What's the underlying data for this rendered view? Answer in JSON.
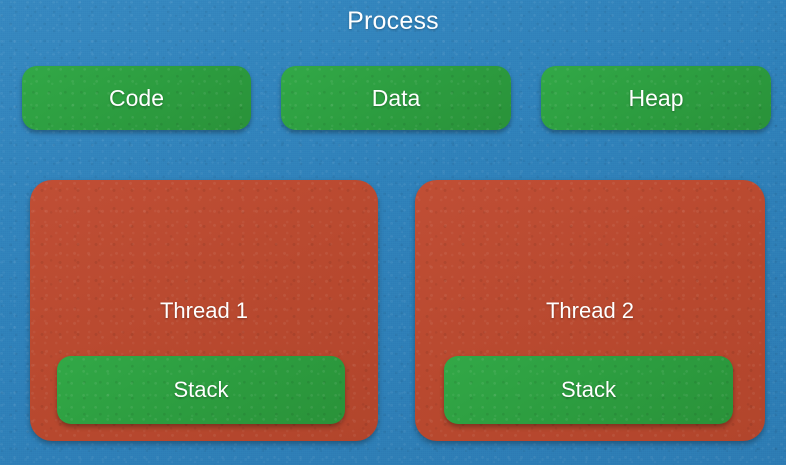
{
  "diagram": {
    "title": "Process",
    "background_color": "#3184bc",
    "segments": [
      {
        "id": "code",
        "label": "Code",
        "color": "#2ea043"
      },
      {
        "id": "data",
        "label": "Data",
        "color": "#2ea043"
      },
      {
        "id": "heap",
        "label": "Heap",
        "color": "#2ea043"
      }
    ],
    "threads": [
      {
        "id": "thread-1",
        "label": "Thread 1",
        "color": "#bb4a32",
        "stack": {
          "label": "Stack",
          "color": "#2ea043"
        }
      },
      {
        "id": "thread-2",
        "label": "Thread 2",
        "color": "#bb4a32",
        "stack": {
          "label": "Stack",
          "color": "#2ea043"
        }
      }
    ]
  }
}
